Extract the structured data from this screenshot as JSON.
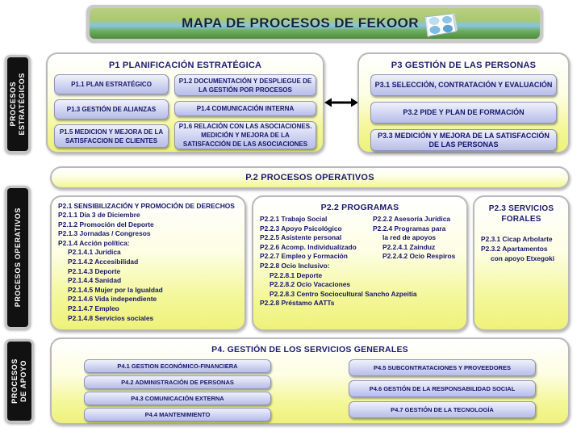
{
  "banner": {
    "title": "MAPA DE PROCESOS DE FEKOOR",
    "logo_icon": "four-dots-tile-icon"
  },
  "sidebar": {
    "items": [
      {
        "label": "PROCESOS\nESTRATÉGICOS",
        "name": "procesos-estrategicos"
      },
      {
        "label": "PROCESOS  OPERATIVOS",
        "name": "procesos-operativos"
      },
      {
        "label": "PROCESOS\nDE  APOYO",
        "name": "procesos-de-apoyo"
      }
    ]
  },
  "p1": {
    "title": "P1 PLANIFICACIÓN  ESTRATÉGICA",
    "left": [
      "P1.1 PLAN ESTRATÉGICO",
      "P1.3 GESTIÓN DE ALIANZAS",
      "P1.5 MEDICION Y MEJORA DE LA SATISFACCION DE CLIENTES"
    ],
    "right": [
      "P1.2 DOCUMENTACIÓN Y DESPLIEGUE DE LA GESTIÓN POR PROCESOS",
      "P1.4 COMUNICACIÓN INTERNA",
      "P1.6  RELACIÓN CON LAS ASOCIACIONES. MEDICIÓN Y MEJORA DE LA SATISFACCIÓN DE LAS ASOCIACIONES"
    ]
  },
  "p3": {
    "title": "P3 GESTIÓN DE LAS PERSONAS",
    "items": [
      "P3.1 SELECCIÓN, CONTRATACIÓN Y EVALUACIÓN",
      "P3.2  PIDE Y PLAN DE FORMACIÓN",
      "P3.3  MEDICIÓN Y MEJORA DE LA SATISFACCIÓN DE LAS PERSONAS"
    ]
  },
  "arrow": {
    "name": "double-headed-arrow-icon"
  },
  "p2header": {
    "title": "P.2 PROCESOS OPERATIVOS"
  },
  "p21": {
    "title": "P2.1 SENSIBILIZACIÓN Y PROMOCIÓN DE DERECHOS",
    "items": [
      {
        "text": "P2.1.1 Día 3 de Diciembre",
        "indent": 0
      },
      {
        "text": "P2.1.2 Promoción del Deporte",
        "indent": 0
      },
      {
        "text": "P2.1.3 Jornadas / Congresos",
        "indent": 0
      },
      {
        "text": "P2.1.4 Acción política:",
        "indent": 0
      },
      {
        "text": "P2.1.4.1 Jurídica",
        "indent": 1
      },
      {
        "text": "P2.1.4.2 Accesibilidad",
        "indent": 1
      },
      {
        "text": "P2.1.4.3 Deporte",
        "indent": 1
      },
      {
        "text": "P2.1.4.4 Sanidad",
        "indent": 1
      },
      {
        "text": "P2.1.4.5 Mujer por la Igualdad",
        "indent": 1
      },
      {
        "text": "P2.1.4.6 Vida independiente",
        "indent": 1
      },
      {
        "text": "P2.1.4.7 Empleo",
        "indent": 1
      },
      {
        "text": "P2.1.4.8 Servicios sociales",
        "indent": 1
      }
    ]
  },
  "p22": {
    "title": "P2.2 PROGRAMAS",
    "col1": [
      {
        "text": "P2.2.1 Trabajo Social",
        "indent": 0
      },
      {
        "text": "P2.2.3 Apoyo Psicológico",
        "indent": 0
      },
      {
        "text": "P2.2.5 Asistente personal",
        "indent": 0
      },
      {
        "text": "P2.2.6 Acomp. Individualizado",
        "indent": 0
      },
      {
        "text": "P2.2.7 Empleo y Formación",
        "indent": 0
      }
    ],
    "col2": [
      {
        "text": "P2.2.2 Asesoría Jurídica",
        "indent": 0
      },
      {
        "text": "P2.2.4 Programas para",
        "indent": 0
      },
      {
        "text": "la red de apoyos",
        "indent": 1
      },
      {
        "text": "P2.2.4.1 Zainduz",
        "indent": 1
      },
      {
        "text": "P2.2.4.2 Ocio Respiros",
        "indent": 1
      }
    ],
    "full": [
      {
        "text": "P2.2.8 Ocio Inclusivo:",
        "indent": 0
      },
      {
        "text": "P2.2.8.1 Deporte",
        "indent": 1
      },
      {
        "text": "P2.2.8.2 Ocio Vacaciones",
        "indent": 1
      },
      {
        "text": "P2.2.8.3 Centro Sociocultural Sancho Azpeitia",
        "indent": 1
      },
      {
        "text": "P2.2.8 Préstamo AATTs",
        "indent": 0
      }
    ]
  },
  "p23": {
    "title": "P2.3 SERVICIOS FORALES",
    "items": [
      {
        "text": "P2.3.1 Cicap Arbolarte",
        "indent": 0
      },
      {
        "text": "P2.3.2 Apartamentos",
        "indent": 0
      },
      {
        "text": "con apoyo Etxegoki",
        "indent": 1
      }
    ]
  },
  "p4": {
    "title": "P4. GESTIÓN DE LOS SERVICIOS GENERALES",
    "left": [
      "P4.1 GESTION ECONÓMICO-FINANCIERA",
      "P4.2 ADMINISTRACIÓN DE PERSONAS",
      "P4.3 COMUNICACIÓN EXTERNA",
      "P4.4 MANTENIMIENTO"
    ],
    "right": [
      "P4.5 SUBCONTRATACIONES Y PROVEEDORES",
      "P4.6 GESTIÓN DE LA RESPONSABILIDAD SOCIAL",
      "P4.7 GESTIÓN DE LA TECNOLOGÍA"
    ]
  },
  "colors": {
    "banner_green": "#86b34f",
    "panel_yellow": "#eef27a",
    "box_blue": "#c6cbee",
    "text_navy": "#16166b",
    "tab_black": "#111111"
  }
}
